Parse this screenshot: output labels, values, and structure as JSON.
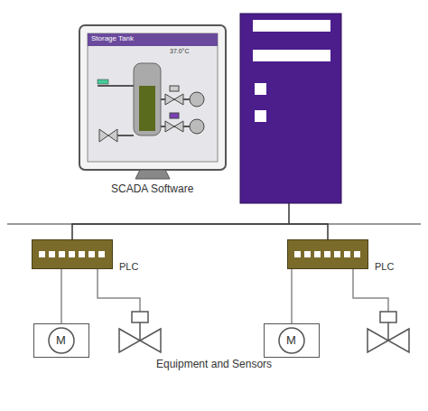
{
  "diagram": {
    "nodes": [
      {
        "text": [
          "Storage Tank",
          "37.0°C",
          "SCADA Software"
        ]
      },
      {
        "text": [
          "PLC"
        ]
      },
      {
        "text": [
          "PLC"
        ]
      },
      {
        "text": [
          "M"
        ]
      },
      {
        "text": [
          "M"
        ]
      }
    ],
    "edges": [
      {
        "from": 1,
        "to": 2,
        "arrow": "none"
      },
      {
        "from": 1,
        "to": 3,
        "arrow": "none"
      },
      {
        "from": 2,
        "to": 4,
        "arrow": "none"
      }
    ],
    "labels": [
      "Equipment and Sensors"
    ]
  }
}
